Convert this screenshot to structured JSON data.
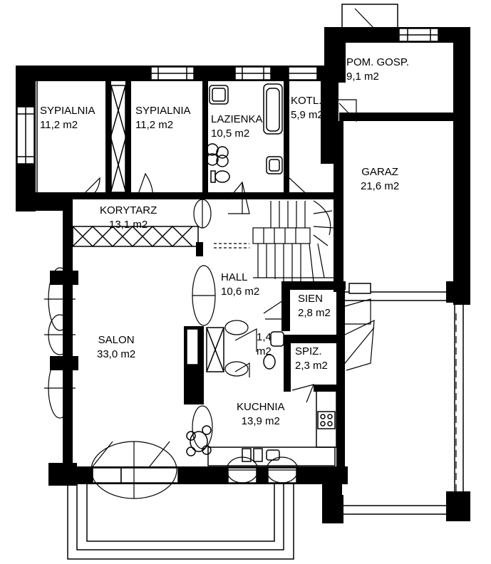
{
  "rooms": {
    "sypialnia1": {
      "name": "SYPIALNIA",
      "area": "11,2 m2"
    },
    "sypialnia2": {
      "name": "SYPIALNIA",
      "area": "11,2 m2"
    },
    "lazienka": {
      "name": "LAZIENKA",
      "area": "10,5 m2"
    },
    "kotl": {
      "name": "KOTL.",
      "area": "5,9 m2"
    },
    "pom_gosp": {
      "name": "POM. GOSP.",
      "area": "9,1 m2"
    },
    "garaz": {
      "name": "GARAZ",
      "area": "21,6 m2"
    },
    "korytarz": {
      "name": "KORYTARZ",
      "area": "13,1 m2"
    },
    "hall": {
      "name": "HALL",
      "area": "10,6 m2"
    },
    "sien": {
      "name": "SIEN",
      "area": "2,8 m2"
    },
    "wc": {
      "name": "1,4",
      "area": "m2"
    },
    "spiz": {
      "name": "SPIZ.",
      "area": "2,3 m2"
    },
    "salon": {
      "name": "SALON",
      "area": "33,0 m2"
    },
    "kuchnia": {
      "name": "KUCHNIA",
      "area": "13,9 m2"
    }
  }
}
